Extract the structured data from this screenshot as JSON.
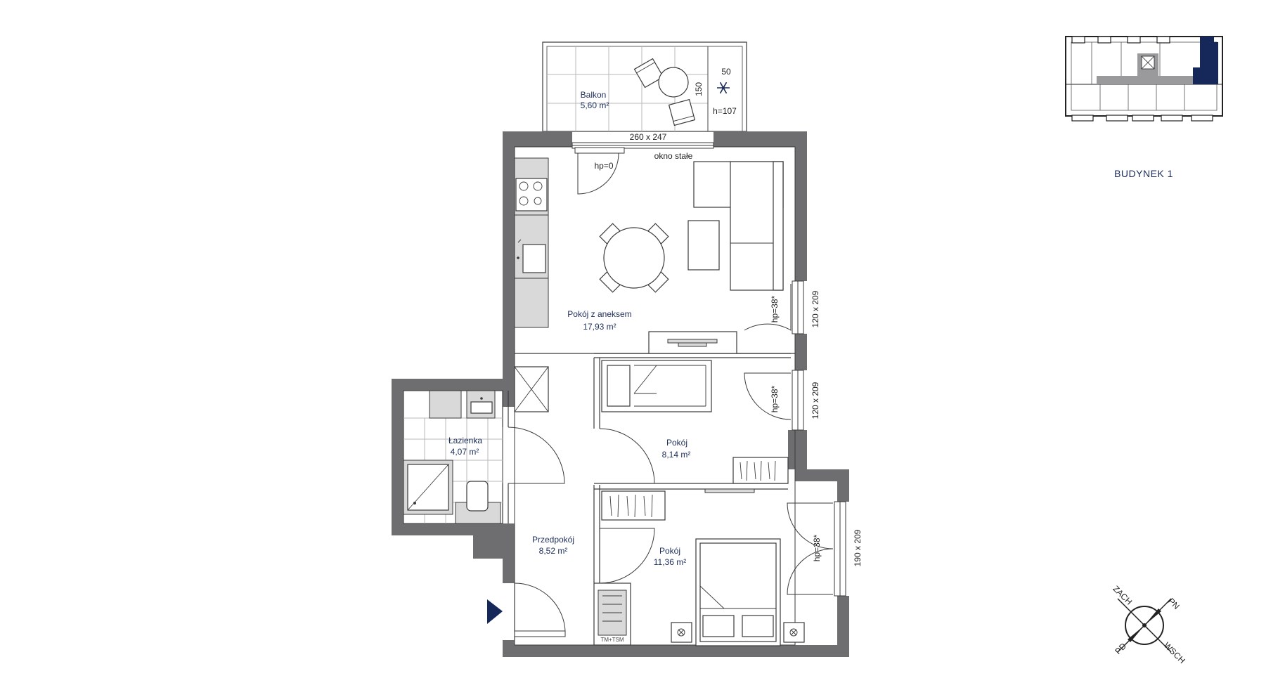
{
  "rooms": {
    "balkon": {
      "name": "Balkon",
      "area": "5,60 m²"
    },
    "salon": {
      "name": "Pokój z aneksem",
      "area": "17,93 m²"
    },
    "lazienka": {
      "name": "Łazienka",
      "area": "4,07 m²"
    },
    "pokoj1": {
      "name": "Pokój",
      "area": "8,14 m²"
    },
    "przedpokoj": {
      "name": "Przedpokój",
      "area": "8,52 m²"
    },
    "pokoj2": {
      "name": "Pokój",
      "area": "11,36 m²"
    }
  },
  "dimensions": {
    "balcony_width": "50",
    "balcony_depth": "150",
    "balcony_height": "h=107",
    "balcony_door": "260 x 247",
    "fixed_window": "okno stałe",
    "hp0": "hp=0",
    "window_salon": "120 x 209",
    "window_pokoj1": "120 x 209",
    "window_pokoj2": "190 x 209",
    "hp_salon": "hp=38*",
    "hp_pokoj1": "hp=38*",
    "hp_pokoj2": "hp=38*",
    "tm_label": "TM+TSM"
  },
  "building": {
    "label": "BUDYNEK 1"
  },
  "compass": {
    "north": "PN",
    "west": "ZACH",
    "south": "PD",
    "east": "WSCH"
  },
  "colors": {
    "accent": "#1c2d5a",
    "wall": "#6e6e70",
    "highlight": "#16275a"
  },
  "icons": {
    "entrance": "entrance-arrow-icon",
    "compass": "compass-icon",
    "ac": "snowflake-icon"
  }
}
